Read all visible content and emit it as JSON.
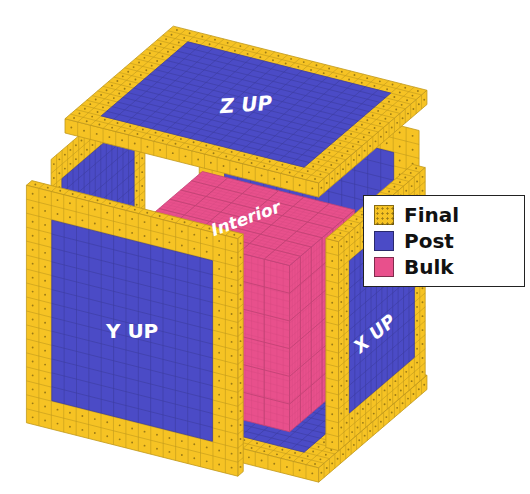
{
  "diagram": {
    "nodes": [
      {
        "text": [
          "Z UP"
        ]
      },
      {
        "text": [
          "Interior"
        ]
      },
      {
        "text": [
          "Y UP"
        ]
      },
      {
        "text": [
          "X UP"
        ]
      }
    ],
    "legend": [
      {
        "text": "Final",
        "color": "#f6c324"
      },
      {
        "text": "Post",
        "color": "#4b4bc6"
      },
      {
        "text": "Bulk",
        "color": "#e8508c"
      }
    ]
  }
}
